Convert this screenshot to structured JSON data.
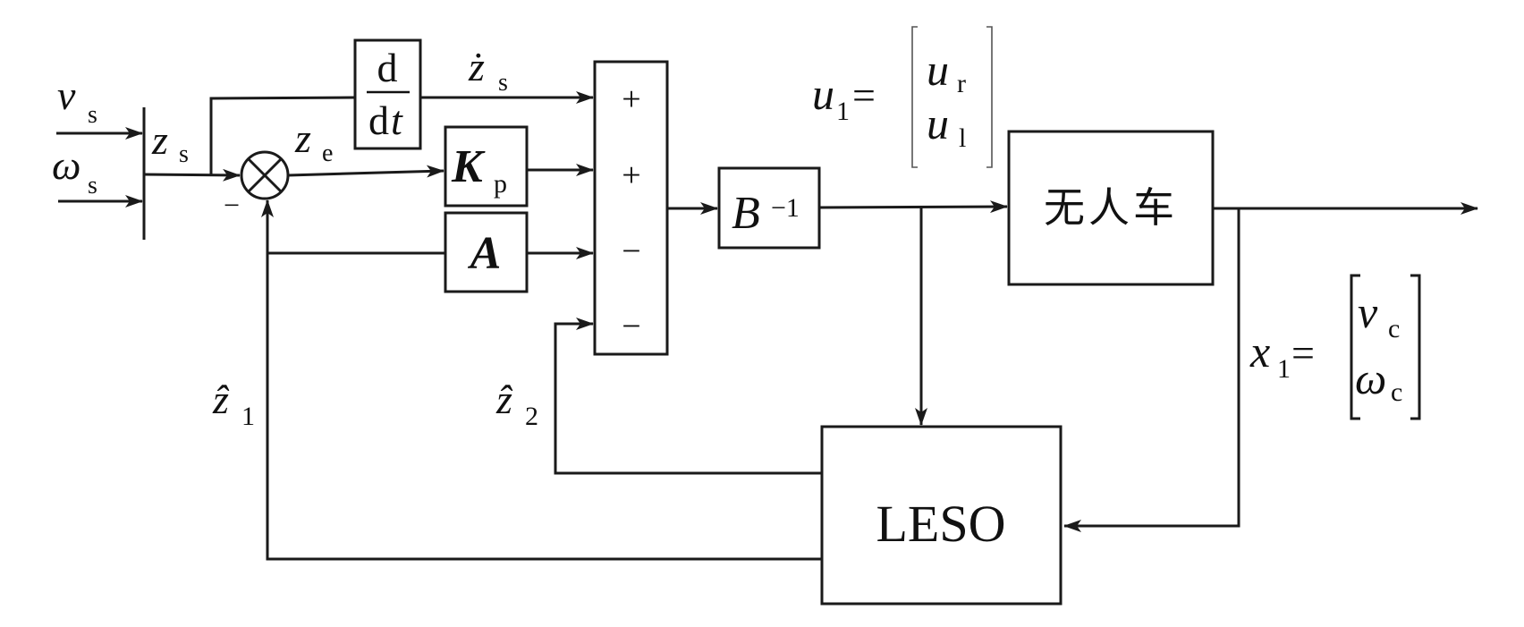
{
  "diagram": {
    "type": "control-block-diagram",
    "inputs": {
      "v_s": {
        "symbol": "v",
        "sub": "s"
      },
      "omega_s": {
        "symbol": "ω",
        "sub": "s"
      }
    },
    "signals": {
      "z_s": {
        "symbol": "z",
        "sub": "s"
      },
      "z_e": {
        "symbol": "z",
        "sub": "e"
      },
      "z_s_dot": {
        "symbol": "ż",
        "sub": "s"
      },
      "z1_hat": {
        "symbol": "ẑ",
        "sub": "1"
      },
      "z2_hat": {
        "symbol": "ẑ",
        "sub": "2"
      }
    },
    "blocks": {
      "derivative": {
        "num": "d",
        "den": "dt",
        "den_d": "d",
        "den_t": "t"
      },
      "kp": {
        "symbol": "K",
        "sub": "p"
      },
      "a": {
        "symbol": "A"
      },
      "b_inv": {
        "symbol": "B",
        "sup": "−1"
      },
      "plant": {
        "label": "无人车"
      },
      "leso": {
        "label": "LESO"
      }
    },
    "summing_junction": {
      "sign_minus": "−"
    },
    "sum_block": {
      "signs": [
        "+",
        "+",
        "−",
        "−"
      ]
    },
    "equations": {
      "u1": {
        "lhs_symbol": "u",
        "lhs_sub": "1",
        "eq": "=",
        "rows": [
          {
            "symbol": "u",
            "sub": "r"
          },
          {
            "symbol": "u",
            "sub": "l"
          }
        ]
      },
      "x1": {
        "lhs_symbol": "x",
        "lhs_sub": "1",
        "eq": "=",
        "rows": [
          {
            "symbol": "v",
            "sub": "c"
          },
          {
            "symbol": "ω",
            "sub": "c"
          }
        ]
      }
    }
  }
}
